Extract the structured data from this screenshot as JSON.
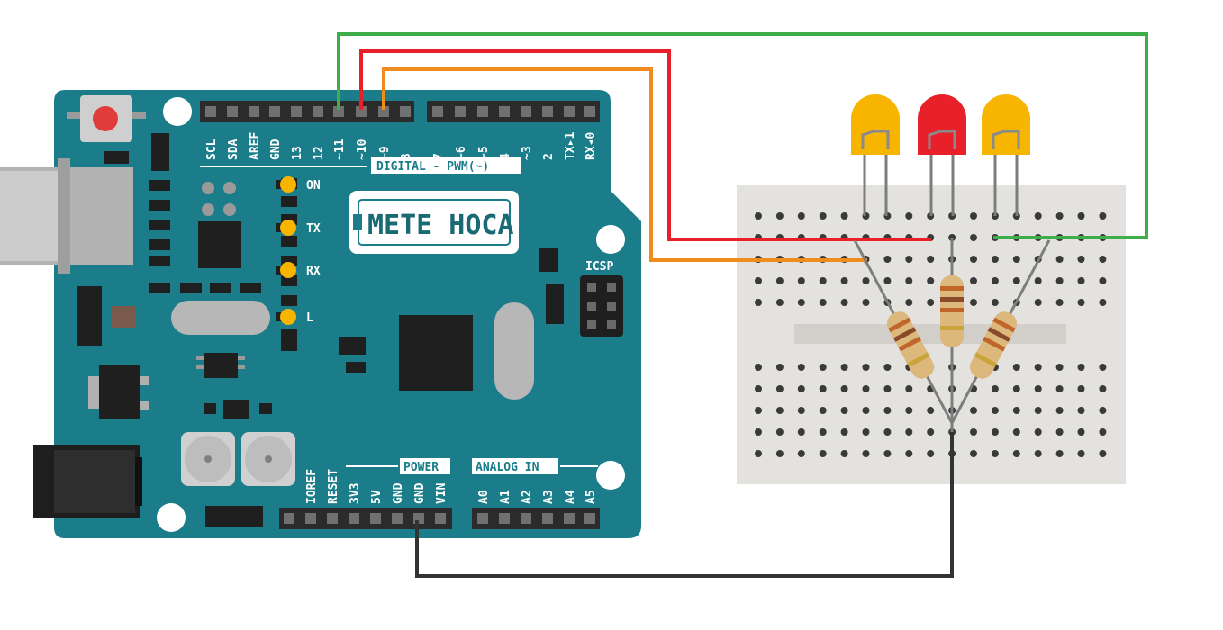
{
  "board": {
    "name": "Arduino Uno",
    "logo_text": "METE HOCA",
    "digital_section": "DIGITAL - PWM(~)",
    "power_section": "POWER",
    "analog_section": "ANALOG IN",
    "icsp": "ICSP",
    "leds": [
      "ON",
      "TX",
      "RX",
      "L"
    ],
    "digital_pins_left": [
      "SCL",
      "SDA",
      "AREF",
      "GND",
      "13",
      "12",
      "~11",
      "~10",
      "~9",
      "8"
    ],
    "digital_pins_right": [
      "7",
      "~6",
      "~5",
      "4",
      "~3",
      "2",
      "TX▸1",
      "RX◂0"
    ],
    "power_pins": [
      "IOREF",
      "RESET",
      "3V3",
      "5V",
      "GND",
      "GND",
      "VIN"
    ],
    "analog_pins": [
      "A0",
      "A1",
      "A2",
      "A3",
      "A4",
      "A5"
    ]
  },
  "components": {
    "leds": [
      {
        "color_name": "yellow",
        "color": "#f7b500"
      },
      {
        "color_name": "red",
        "color": "#e8202a"
      },
      {
        "color_name": "yellow",
        "color": "#f7b500"
      }
    ],
    "resistor_count": 3
  },
  "wires": [
    {
      "from": "~11",
      "to": "yellow-led-right",
      "color": "#3dae49"
    },
    {
      "from": "~10",
      "to": "red-led",
      "color": "#e8202a"
    },
    {
      "from": "~9",
      "to": "yellow-led-left",
      "color": "#f08c1e"
    },
    {
      "from": "GND",
      "to": "breadboard-ground",
      "color": "#333333"
    }
  ],
  "colors": {
    "board": "#1a7d89",
    "board_dark": "#12656f",
    "header": "#2b2b2b",
    "breadboard": "#e4e2df",
    "hole": "#3a3a3a"
  }
}
